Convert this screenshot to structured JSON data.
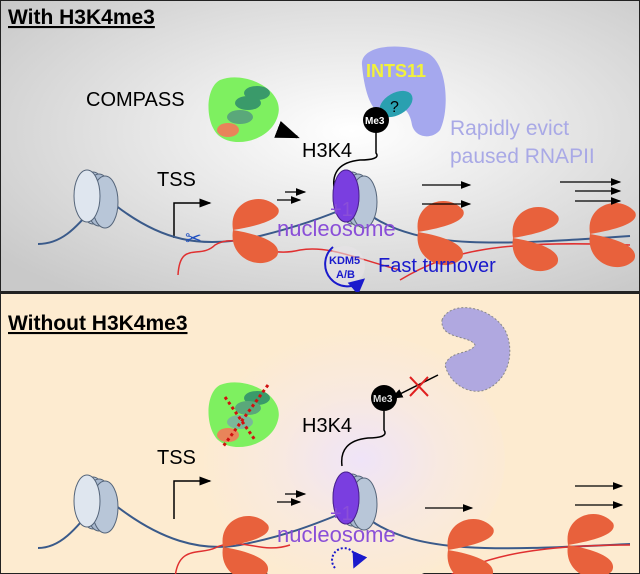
{
  "top_panel": {
    "title": "With H3K4me3",
    "compass_label": "COMPASS",
    "h3k4_label": "H3K4",
    "me3_label": "Me3",
    "ints11_label": "INTS11",
    "question_mark": "?",
    "evict_line1": "Rapidly evict",
    "evict_line2": "paused RNAPII",
    "tss_label": "TSS",
    "plus1_label": "+1",
    "nucleosome_label": "nucleosome",
    "kdm5_line1": "KDM5",
    "kdm5_line2": "A/B",
    "turnover_label": "Fast turnover"
  },
  "bottom_panel": {
    "title": "Without H3K4me3",
    "h3k4_label": "H3K4",
    "me3_label": "Me3",
    "tss_label": "TSS",
    "plus1_label": "+1",
    "nucleosome_label": "nucleosome"
  },
  "colors": {
    "top_bg": "#e6e6e6",
    "bottom_bg": "#fdebd0",
    "polymerase": "#e8613c",
    "nucleosome_text": "#8a4fd8",
    "evict_text": "#a9a9e6",
    "turnover_text": "#1a1acc",
    "ints11_text": "#f2f23a",
    "ints11_body": "#a5a8ee"
  }
}
